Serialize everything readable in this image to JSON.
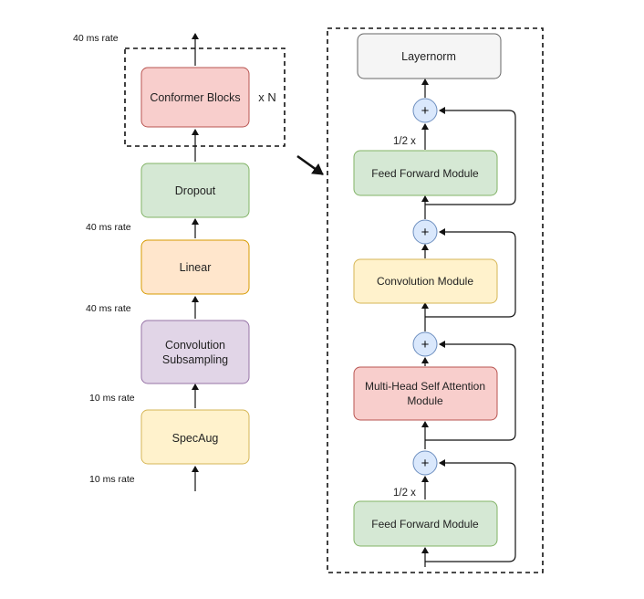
{
  "left_stack": {
    "rates": [
      "40 ms rate",
      "40 ms rate",
      "40 ms rate",
      "10 ms rate",
      "10 ms rate"
    ],
    "blocks": {
      "conformer": "Conformer Blocks",
      "dropout": "Dropout",
      "linear": "Linear",
      "conv_sub_line1": "Convolution",
      "conv_sub_line2": "Subsampling",
      "specaug": "SpecAug"
    },
    "repeat": "x N"
  },
  "conformer_block": {
    "layernorm": "Layernorm",
    "ffm_top": "Feed Forward Module",
    "conv_module": "Convolution Module",
    "mhsa_line1": "Multi-Head Self Attention",
    "mhsa_line2": "Module",
    "ffm_bottom": "Feed Forward Module",
    "half_top": "1/2 x",
    "half_bottom": "1/2 x",
    "plus": "+"
  },
  "colors": {
    "pink_fill": "#f8cecc",
    "pink_stroke": "#b85450",
    "green_fill": "#d5e8d4",
    "green_stroke": "#82b366",
    "orange_fill": "#ffe6cc",
    "orange_stroke": "#d79b00",
    "purple_fill": "#e1d5e7",
    "purple_stroke": "#9673a6",
    "yellow_fill": "#fff2cc",
    "yellow_stroke": "#d6b656",
    "gray_fill": "#f5f5f5",
    "gray_stroke": "#666666",
    "plus_fill": "#dae8fc",
    "plus_stroke": "#6c8ebf"
  }
}
